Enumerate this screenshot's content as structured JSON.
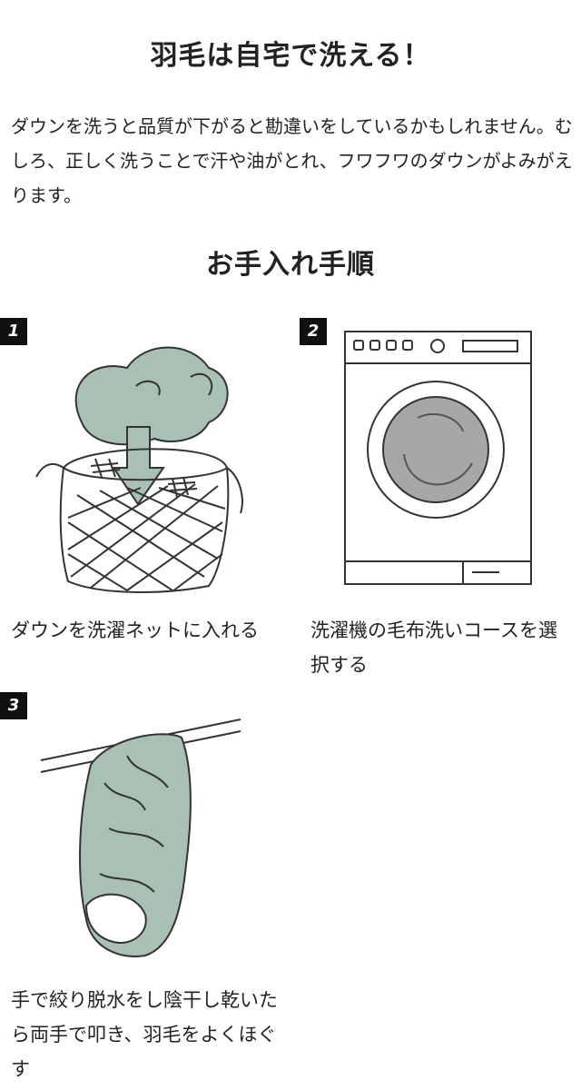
{
  "heading1": "羽毛は自宅で洗える！",
  "intro": "ダウンを洗うと品質が下がると勘違いをしているかもしれません。むしろ、正しく洗うことで汗や油がとれ、フワフワのダウンがよみがえります。",
  "heading2": "お手入れ手順",
  "steps": [
    {
      "num": "1",
      "text": "ダウンを洗濯ネットに入れる"
    },
    {
      "num": "2",
      "text": "洗濯機の毛布洗いコースを選択する"
    },
    {
      "num": "3",
      "text": "手で絞り脱水をし陰干し乾いたら両手で叩き、羽毛をよくほぐす"
    }
  ],
  "colors": {
    "accent_stripe": "#f2e15a",
    "illustration_green": "#a9c0b4",
    "drum_gray": "#a7a7a7"
  }
}
